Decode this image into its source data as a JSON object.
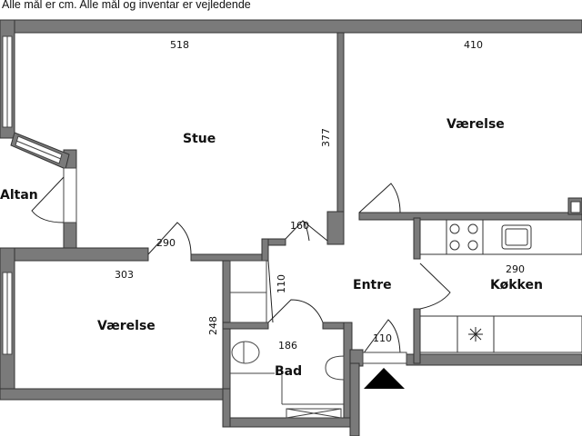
{
  "caption": "Alle mål er cm. Alle mål og inventar er vejledende",
  "rooms": {
    "stue": {
      "label": "Stue",
      "width_dim": "518",
      "height_dim": "377"
    },
    "vaerelse_top": {
      "label": "Værelse",
      "width_dim": "410"
    },
    "vaerelse_bottom": {
      "label": "Værelse",
      "width_dim": "303",
      "height_dim": "248"
    },
    "altan": {
      "label": "Altan"
    },
    "entre": {
      "label": "Entre"
    },
    "koekken": {
      "label": "Køkken",
      "width_dim": "290"
    },
    "bad": {
      "label": "Bad",
      "width_dim": "186"
    }
  },
  "doors": {
    "stue_vaerelse": "290",
    "stue_entre": "160",
    "closet": "110",
    "front": "110"
  },
  "colors": {
    "wall": "#7a7a7a",
    "wall_edge": "#333333",
    "entrance_marker": "#000000"
  },
  "icons": [
    "entrance-arrow-icon",
    "toilet-icon",
    "sink-icon",
    "stove-icon",
    "kitchen-sink-icon",
    "extractor-icon",
    "shower-icon",
    "window-icon",
    "door-swing-icon"
  ]
}
